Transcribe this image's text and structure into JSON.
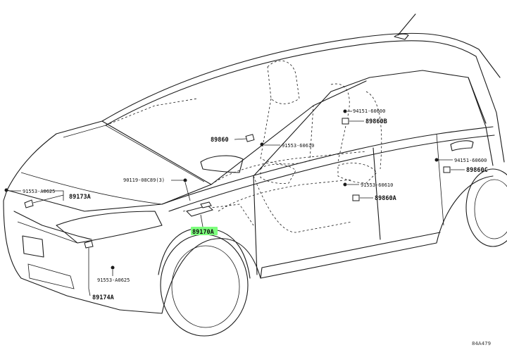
{
  "labels": {
    "p89860_top": "89860",
    "p94151_top": "94151-60600",
    "p89860B": "89860B",
    "p91553_60610_top": "91553-60610",
    "p90119": "90119-08C89(3)",
    "p91553_a0625_left": "91553-A0625",
    "p89173A": "89173A",
    "p89170A": "89170A",
    "p91553_60610_mid": "91553-60610",
    "p89860A": "89860A",
    "p94151_right": "94151-60600",
    "p89860C": "89860C",
    "p91553_a0625_bottom": "91553-A0625",
    "p89174A": "89174A",
    "ref_code": "84A479"
  },
  "colors": {
    "highlight": "#7dff7d",
    "ink": "#1a1a1a"
  }
}
